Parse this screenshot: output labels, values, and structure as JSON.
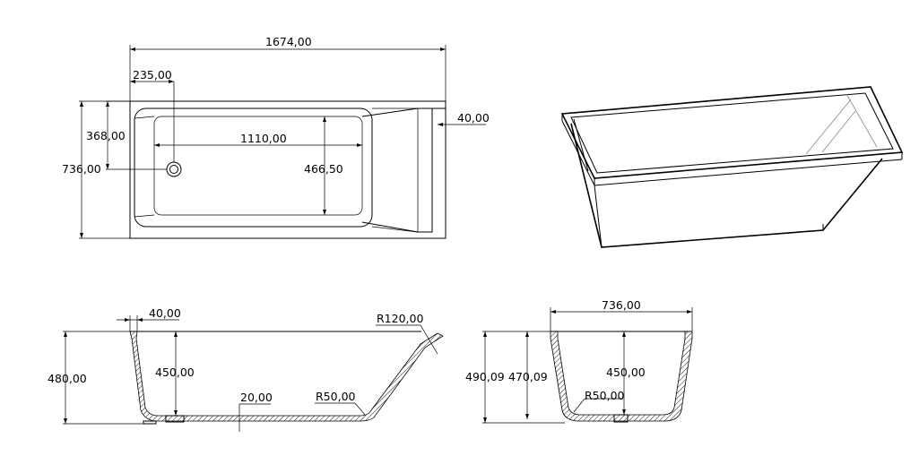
{
  "dimensions": {
    "top_overall_length": "1674,00",
    "top_drain_offset": "235,00",
    "top_rim_right": "40,00",
    "top_inner_offset": "368,00",
    "top_overall_width": "736,00",
    "top_inner_length": "1110,00",
    "top_inner_width": "466,50",
    "side_rim": "40,00",
    "side_radius_top": "R120,00",
    "side_height": "480,00",
    "side_inner_depth": "450,00",
    "side_wall": "20,00",
    "side_radius_bottom": "R50,00",
    "end_width": "736,00",
    "end_height_a": "490,09",
    "end_height_b": "470,09",
    "end_inner_depth": "450,00",
    "end_radius_bottom": "R50,00"
  }
}
